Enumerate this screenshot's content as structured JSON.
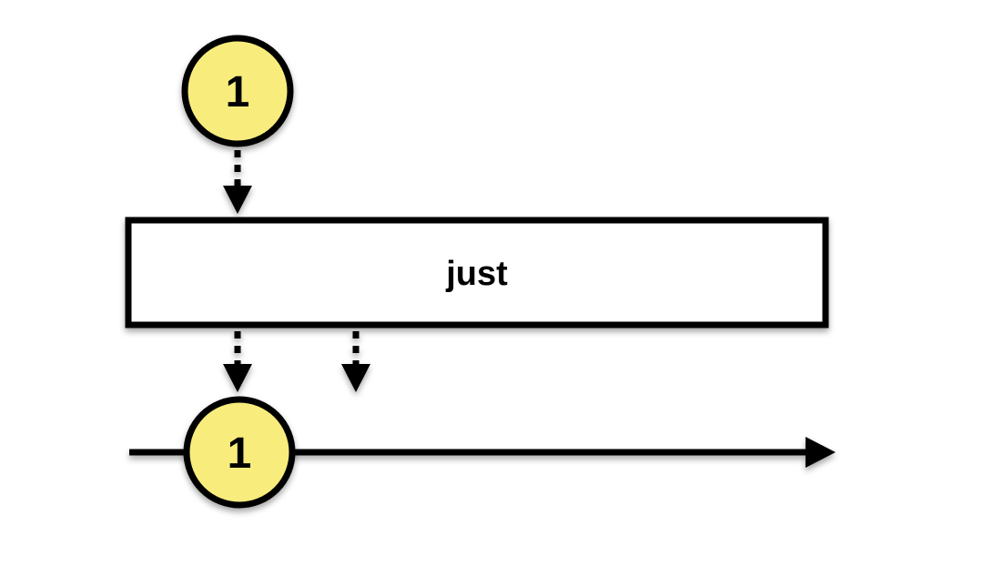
{
  "diagram": {
    "type": "marble-diagram",
    "operator": {
      "label": "just"
    },
    "input_stream": {
      "marbles": [
        {
          "value": "1"
        }
      ]
    },
    "output_stream": {
      "marbles": [
        {
          "value": "1"
        }
      ],
      "has_completion_tick": true
    },
    "colors": {
      "marble_fill": "#F8EC7D",
      "stroke": "#000000",
      "operator_box_fill": "#FFFFFF",
      "background": "#FFFFFF"
    }
  }
}
